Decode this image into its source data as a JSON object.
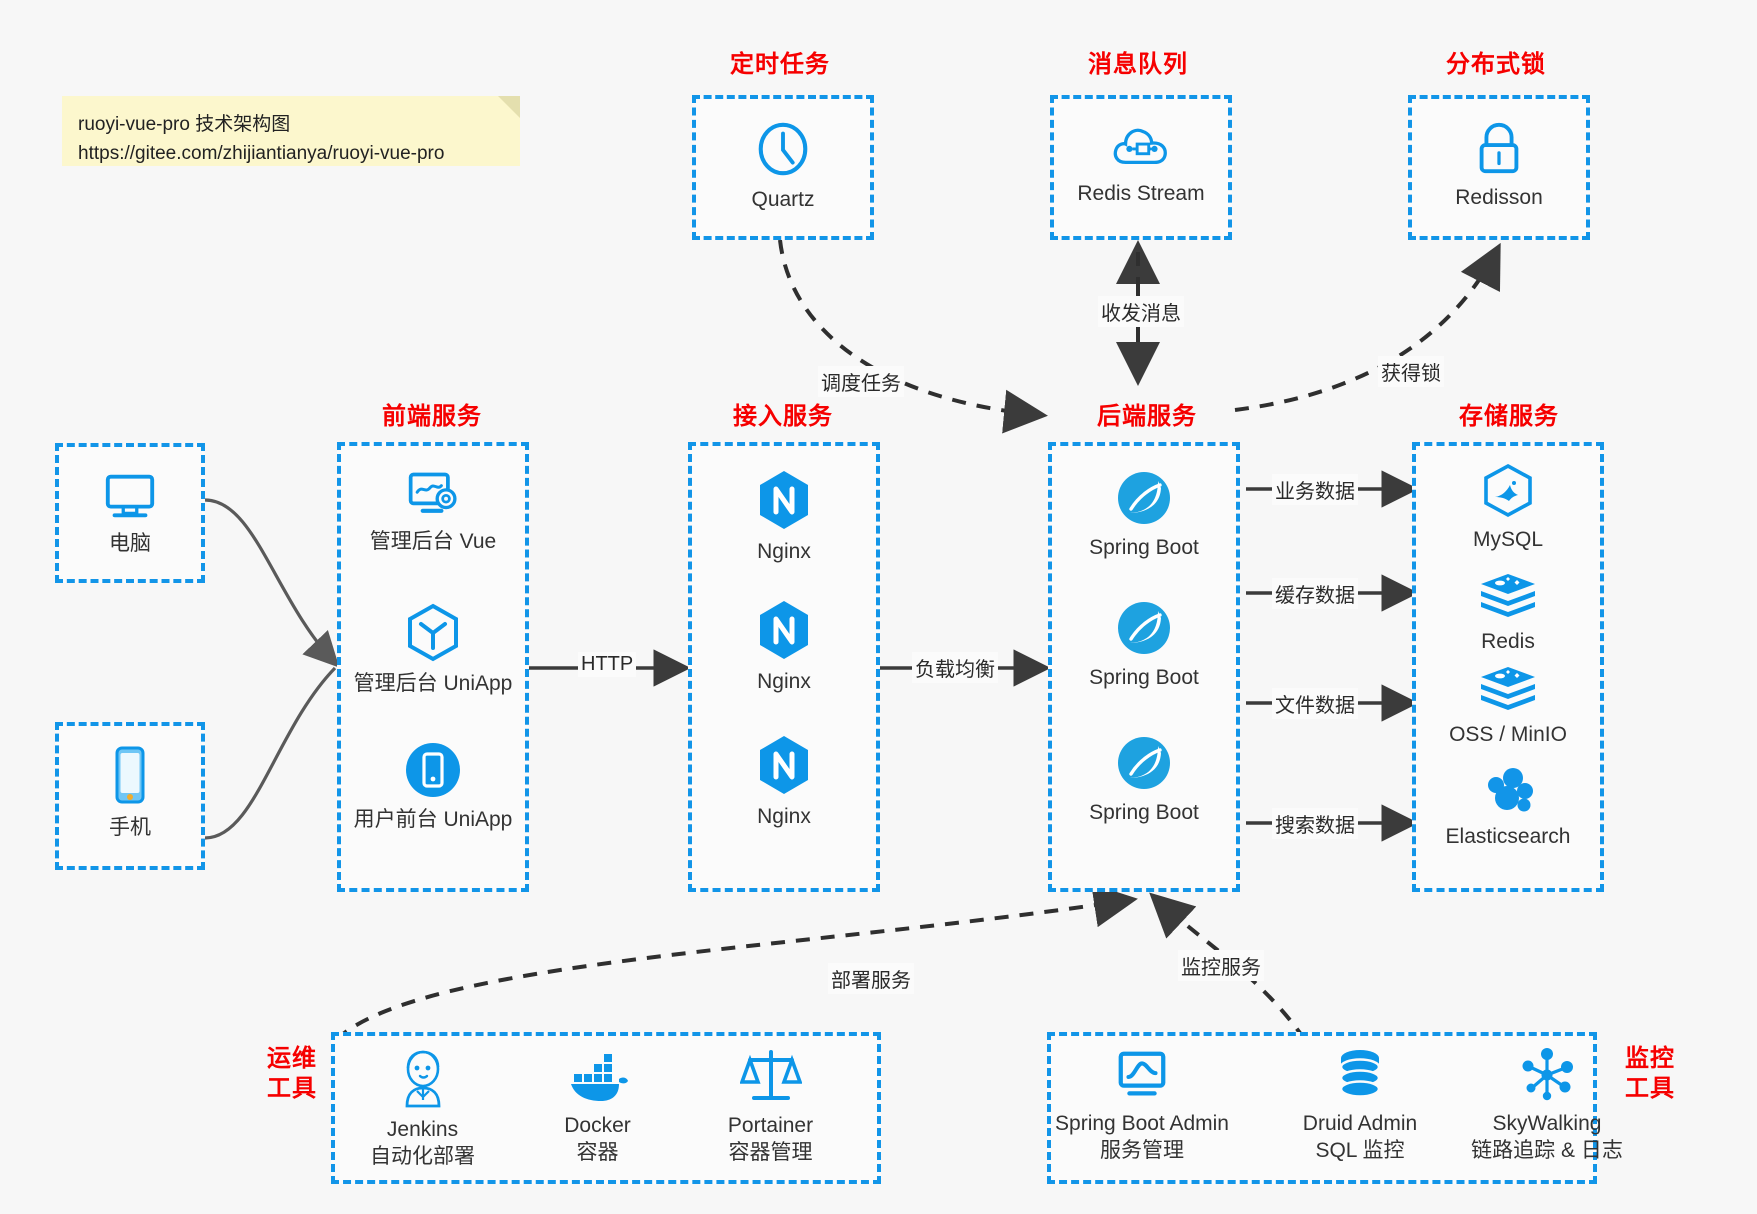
{
  "note": {
    "line1": "ruoyi-vue-pro 技术架构图",
    "line2": "https://gitee.com/zhijiantianya/ruoyi-vue-pro"
  },
  "colors": {
    "accent_blue": "#1295e8",
    "title_red": "#f60000",
    "wire_dark": "#3b3b3b",
    "wire_grey": "#5a5a5a",
    "background": "#f7f7f7",
    "note_yellow": "#fcf7cd"
  },
  "groups": {
    "scheduler": {
      "title": "定时任务"
    },
    "mq": {
      "title": "消息队列"
    },
    "lock": {
      "title": "分布式锁"
    },
    "frontend": {
      "title": "前端服务"
    },
    "gateway": {
      "title": "接入服务"
    },
    "backend": {
      "title": "后端服务"
    },
    "storage": {
      "title": "存储服务"
    },
    "devops": {
      "title_line1": "运维",
      "title_line2": "工具"
    },
    "monitor": {
      "title_line1": "监控",
      "title_line2": "工具"
    }
  },
  "clients": [
    {
      "icon": "desktop-icon",
      "label": "电脑"
    },
    {
      "icon": "phone-icon",
      "label": "手机"
    }
  ],
  "scheduler_nodes": [
    {
      "icon": "clock-icon",
      "label": "Quartz"
    }
  ],
  "mq_nodes": [
    {
      "icon": "cloud-stream-icon",
      "label": "Redis Stream"
    }
  ],
  "lock_nodes": [
    {
      "icon": "lock-icon",
      "label": "Redisson"
    }
  ],
  "frontend_nodes": [
    {
      "icon": "dashboard-gear-icon",
      "label": "管理后台 Vue"
    },
    {
      "icon": "hexagon-uniapp-icon",
      "label": "管理后台 UniApp"
    },
    {
      "icon": "mobile-round-icon",
      "label": "用户前台 UniApp"
    }
  ],
  "gateway_nodes": [
    {
      "icon": "nginx-icon",
      "label": "Nginx"
    },
    {
      "icon": "nginx-icon",
      "label": "Nginx"
    },
    {
      "icon": "nginx-icon",
      "label": "Nginx"
    }
  ],
  "backend_nodes": [
    {
      "icon": "spring-boot-icon",
      "label": "Spring Boot"
    },
    {
      "icon": "spring-boot-icon",
      "label": "Spring Boot"
    },
    {
      "icon": "spring-boot-icon",
      "label": "Spring Boot"
    }
  ],
  "storage_nodes": [
    {
      "icon": "mysql-icon",
      "label": "MySQL"
    },
    {
      "icon": "redis-icon",
      "label": "Redis"
    },
    {
      "icon": "redis-icon",
      "label": "OSS / MinIO"
    },
    {
      "icon": "elasticsearch-icon",
      "label": "Elasticsearch"
    }
  ],
  "devops_nodes": [
    {
      "icon": "jenkins-icon",
      "label": "Jenkins",
      "sub": "自动化部署"
    },
    {
      "icon": "docker-icon",
      "label": "Docker",
      "sub": "容器"
    },
    {
      "icon": "scales-icon",
      "label": "Portainer",
      "sub": "容器管理"
    }
  ],
  "monitor_nodes": [
    {
      "icon": "monitor-chart-icon",
      "label": "Spring Boot Admin",
      "sub": "服务管理"
    },
    {
      "icon": "database-icon",
      "label": "Druid Admin",
      "sub": "SQL 监控"
    },
    {
      "icon": "skywalking-icon",
      "label": "SkyWalking",
      "sub": "链路追踪 & 日志"
    }
  ],
  "edge_labels": {
    "http": "HTTP",
    "load_balance": "负载均衡",
    "schedule_task": "调度任务",
    "send_receive_msg": "收发消息",
    "acquire_lock": "获得锁",
    "business_data": "业务数据",
    "cache_data": "缓存数据",
    "file_data": "文件数据",
    "search_data": "搜索数据",
    "deploy_service": "部署服务",
    "monitor_service": "监控服务"
  }
}
